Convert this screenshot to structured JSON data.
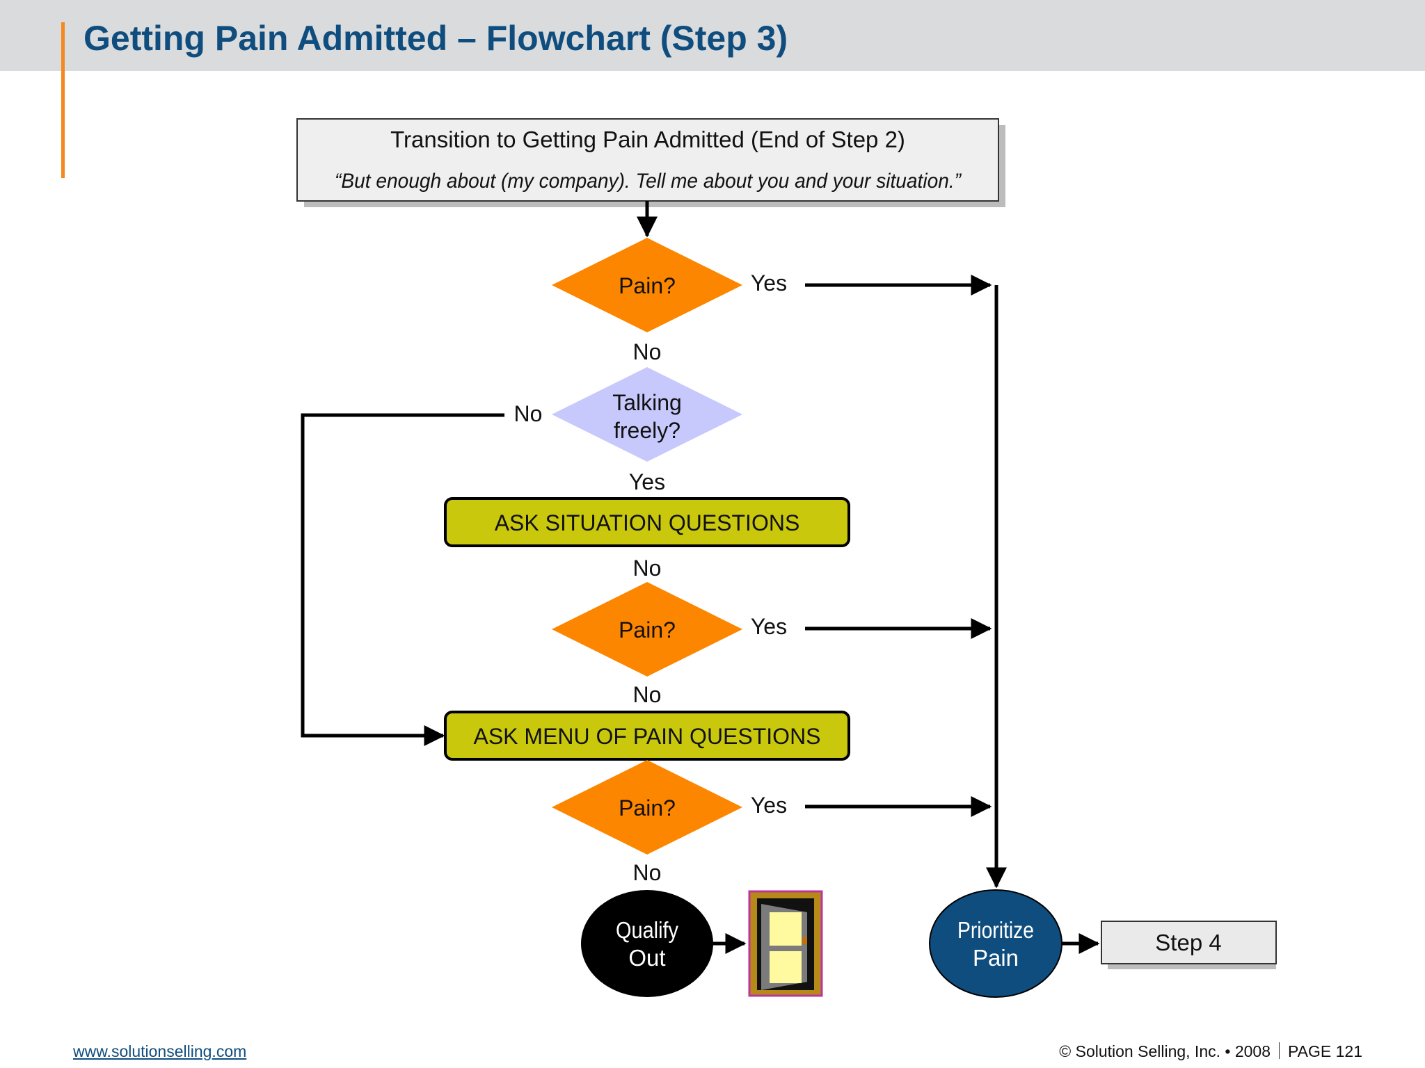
{
  "slide": {
    "title": "Getting Pain Admitted – Flowchart (Step 3)"
  },
  "flowchart": {
    "start_box": {
      "title": "Transition to Getting Pain Admitted (End of Step 2)",
      "quote": "“But enough about (my company). Tell me about you and your situation.”"
    },
    "decision_pain_1": "Pain?",
    "decision_talking": [
      "Talking",
      "freely?"
    ],
    "decision_pain_2": "Pain?",
    "decision_pain_3": "Pain?",
    "process_situation": "ASK SITUATION QUESTIONS",
    "process_menu": "ASK MENU OF PAIN QUESTIONS",
    "terminal_qualify_out": [
      "Qualify",
      "Out"
    ],
    "terminal_prioritize": [
      "Prioritize",
      "Pain"
    ],
    "step4_box": "Step 4",
    "labels": {
      "yes": "Yes",
      "no": "No"
    },
    "colors": {
      "decision_orange": "#fd8600",
      "decision_lavender": "#c7c9fd",
      "process_olive": "#c9c80d",
      "terminal_navy": "#0f4d7e",
      "terminal_black": "#000000",
      "title_blue": "#0f4d7e",
      "accent_orange": "#f5891f"
    },
    "icons": [
      "open-door-icon"
    ]
  },
  "footer": {
    "website": "www.solutionselling.com",
    "copyright": "© Solution Selling, Inc. • 2008",
    "page": "PAGE 121"
  }
}
